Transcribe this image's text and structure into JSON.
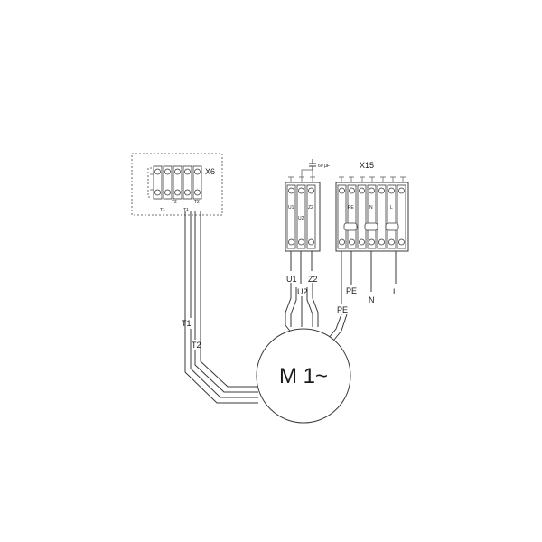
{
  "x6": {
    "title": "X6",
    "terminals": [
      "T1",
      "T2",
      "T1",
      "T2"
    ]
  },
  "x15": {
    "title": "X15",
    "terminals": [
      "PE",
      "N",
      "L"
    ]
  },
  "capacitor": {
    "label": "60 µF"
  },
  "motor_block": {
    "terminals": [
      "U1",
      "U2",
      "Z2"
    ]
  },
  "wires": {
    "u1": "U1",
    "u2": "U2",
    "z2": "Z2",
    "pe_block": "PE",
    "pe_motor": "PE",
    "n": "N",
    "l": "L",
    "t1": "T1",
    "t2": "T2"
  },
  "motor": {
    "label": "M 1~"
  }
}
